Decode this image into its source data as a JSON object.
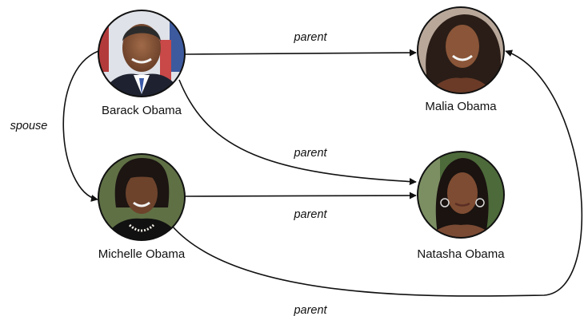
{
  "nodes": {
    "barack": {
      "label": "Barack Obama"
    },
    "malia": {
      "label": "Malia Obama"
    },
    "michelle": {
      "label": "Michelle Obama"
    },
    "natasha": {
      "label": "Natasha Obama"
    }
  },
  "edges": {
    "barack_malia": {
      "label": "parent"
    },
    "barack_natasha": {
      "label": "parent"
    },
    "barack_michelle": {
      "label": "spouse"
    },
    "michelle_natasha": {
      "label": "parent"
    },
    "michelle_malia": {
      "label": "parent"
    }
  }
}
